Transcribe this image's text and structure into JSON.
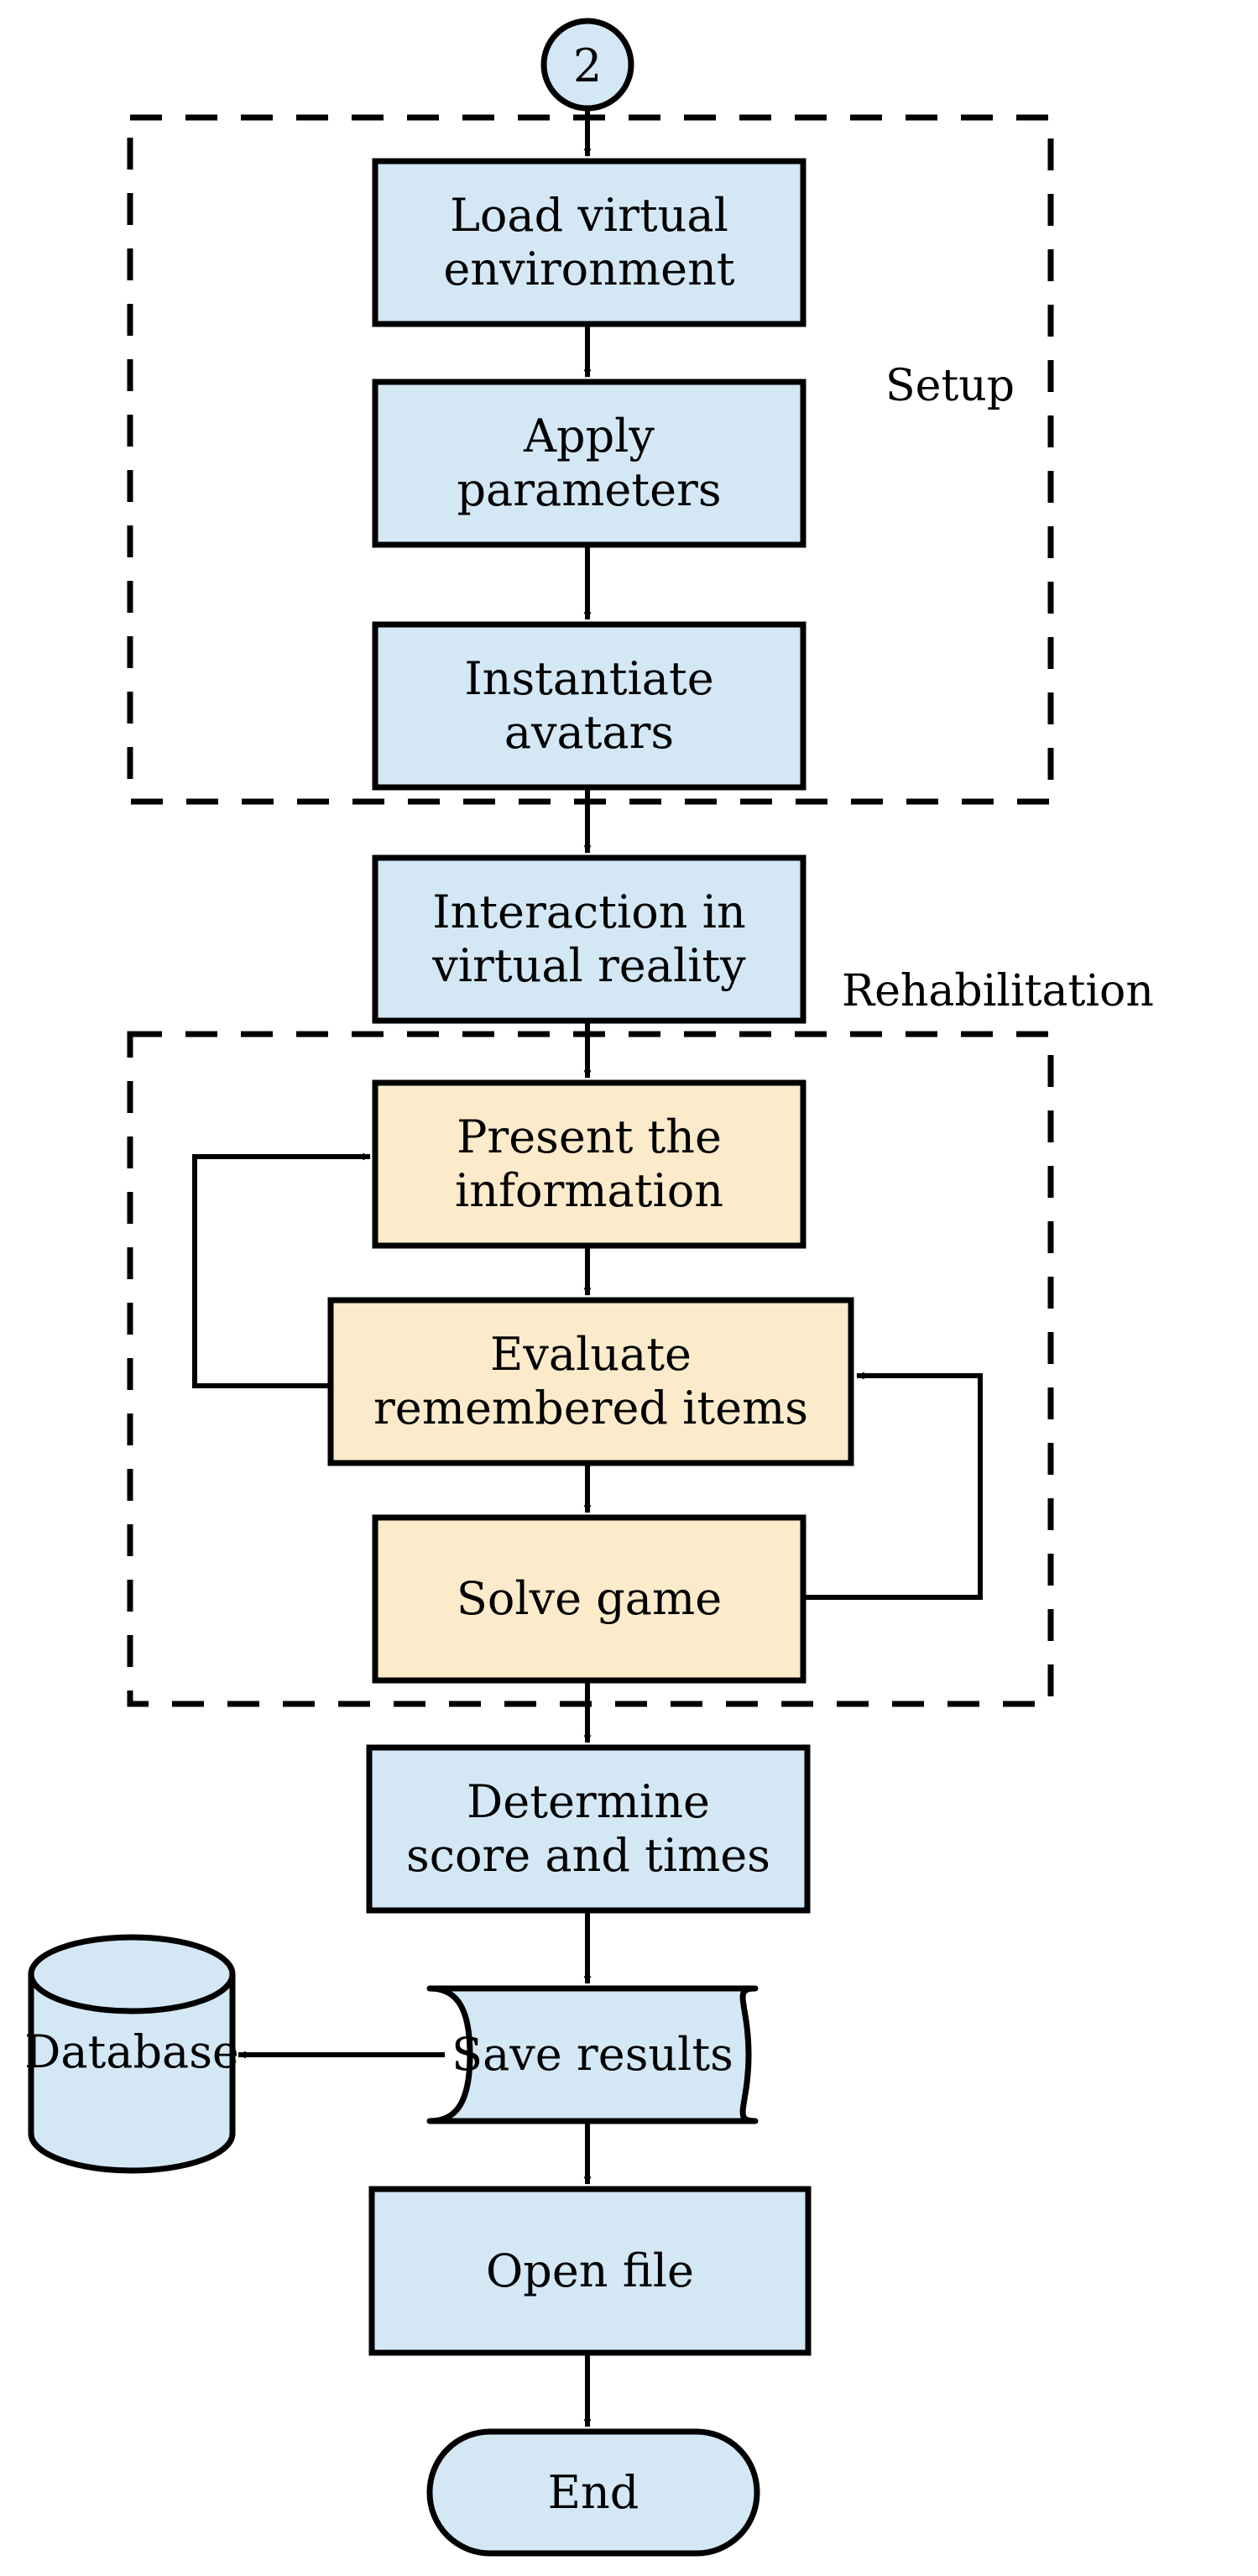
{
  "diagram": {
    "title": "Rehabilitation virtual reality session flowchart",
    "colors": {
      "process_fill": "#d4e7f5",
      "task_fill": "#fcebcb",
      "stroke": "#000000",
      "background": "#ffffff"
    },
    "groups": [
      {
        "id": "setup",
        "label": "Setup"
      },
      {
        "id": "rehabilitation",
        "label": "Rehabilitation"
      }
    ],
    "nodes": [
      {
        "id": "connector-2",
        "label": "2",
        "shape": "circle",
        "fill": "#d4e7f5"
      },
      {
        "id": "load-virtual-environment",
        "label": "Load virtual\nenvironment",
        "shape": "rectangle",
        "fill": "#d4e7f5"
      },
      {
        "id": "apply-parameters",
        "label": "Apply\nparameters",
        "shape": "rectangle",
        "fill": "#d4e7f5"
      },
      {
        "id": "instantiate-avatars",
        "label": "Instantiate\navatars",
        "shape": "rectangle",
        "fill": "#d4e7f5"
      },
      {
        "id": "interaction-in-virtual-reality",
        "label": "Interaction in\nvirtual reality",
        "shape": "rectangle",
        "fill": "#d4e7f5"
      },
      {
        "id": "present-the-information",
        "label": "Present the\ninformation",
        "shape": "rectangle",
        "fill": "#fcebcb"
      },
      {
        "id": "evaluate-remembered-items",
        "label": "Evaluate\nremembered items",
        "shape": "rectangle",
        "fill": "#fcebcb"
      },
      {
        "id": "solve-game",
        "label": "Solve game",
        "shape": "rectangle",
        "fill": "#fcebcb"
      },
      {
        "id": "determine-score-and-times",
        "label": "Determine\nscore and times",
        "shape": "rectangle",
        "fill": "#d4e7f5"
      },
      {
        "id": "database",
        "label": "Database",
        "shape": "cylinder",
        "fill": "#d4e7f5"
      },
      {
        "id": "save-results",
        "label": "Save results",
        "shape": "document",
        "fill": "#d4e7f5"
      },
      {
        "id": "open-file",
        "label": "Open file",
        "shape": "rectangle",
        "fill": "#d4e7f5"
      },
      {
        "id": "end",
        "label": "End",
        "shape": "stadium",
        "fill": "#d4e7f5"
      }
    ],
    "edges": [
      {
        "from": "connector-2",
        "to": "load-virtual-environment",
        "type": "arrow"
      },
      {
        "from": "load-virtual-environment",
        "to": "apply-parameters",
        "type": "arrow"
      },
      {
        "from": "apply-parameters",
        "to": "instantiate-avatars",
        "type": "arrow"
      },
      {
        "from": "instantiate-avatars",
        "to": "interaction-in-virtual-reality",
        "type": "arrow"
      },
      {
        "from": "interaction-in-virtual-reality",
        "to": "present-the-information",
        "type": "arrow"
      },
      {
        "from": "present-the-information",
        "to": "evaluate-remembered-items",
        "type": "arrow"
      },
      {
        "from": "evaluate-remembered-items",
        "to": "present-the-information",
        "type": "loop-left"
      },
      {
        "from": "evaluate-remembered-items",
        "to": "solve-game",
        "type": "arrow"
      },
      {
        "from": "solve-game",
        "to": "evaluate-remembered-items",
        "type": "loop-right"
      },
      {
        "from": "solve-game",
        "to": "determine-score-and-times",
        "type": "arrow"
      },
      {
        "from": "determine-score-and-times",
        "to": "save-results",
        "type": "arrow"
      },
      {
        "from": "save-results",
        "to": "database",
        "type": "arrow"
      },
      {
        "from": "save-results",
        "to": "open-file",
        "type": "arrow"
      },
      {
        "from": "open-file",
        "to": "end",
        "type": "arrow"
      }
    ]
  }
}
